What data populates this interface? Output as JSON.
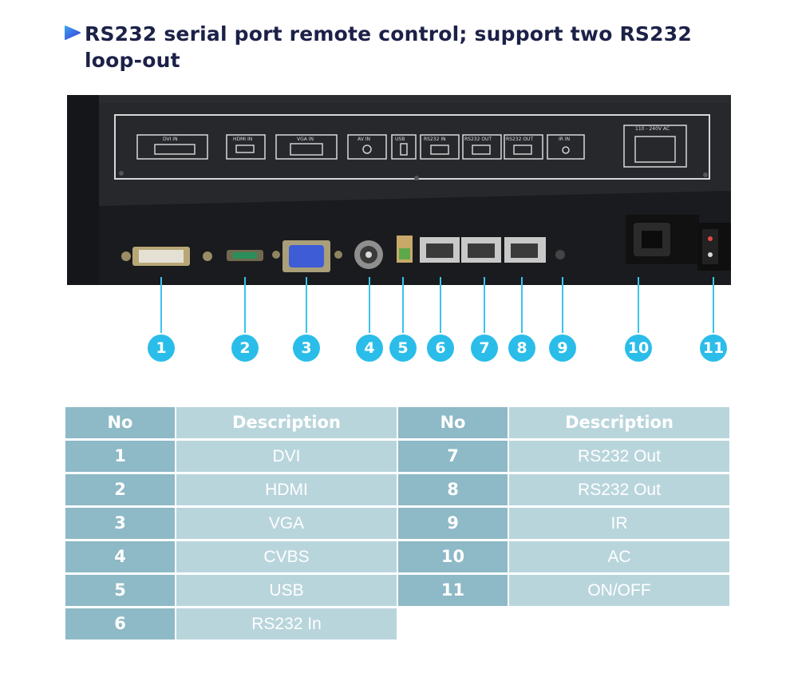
{
  "heading": {
    "title_line1": "RS232 serial port remote control; support two RS232",
    "title_line2": "loop-out"
  },
  "panel_labels": [
    "DVI IN",
    "HDMI IN",
    "VGA IN",
    "AV IN",
    "USB",
    "RS232 IN",
    "RS232 OUT",
    "RS232 OUT",
    "IR IN",
    "110 - 240V AC"
  ],
  "callouts": [
    "1",
    "2",
    "3",
    "4",
    "5",
    "6",
    "7",
    "8",
    "9",
    "10",
    "11"
  ],
  "table": {
    "headers": {
      "no": "No",
      "description": "Description",
      "no2": "No",
      "description2": "Description"
    },
    "left_rows": [
      {
        "no": "1",
        "desc": "DVI"
      },
      {
        "no": "2",
        "desc": "HDMI"
      },
      {
        "no": "3",
        "desc": "VGA"
      },
      {
        "no": "4",
        "desc": "CVBS"
      },
      {
        "no": "5",
        "desc": "USB"
      },
      {
        "no": "6",
        "desc": "RS232 In"
      }
    ],
    "right_rows": [
      {
        "no": "7",
        "desc": "RS232 Out"
      },
      {
        "no": "8",
        "desc": "RS232 Out"
      },
      {
        "no": "9",
        "desc": "IR"
      },
      {
        "no": "10",
        "desc": "AC"
      },
      {
        "no": "11",
        "desc": "ON/OFF"
      }
    ]
  },
  "colors": {
    "accent": "#2bbde9",
    "title": "#1c2148",
    "no_cell": "#8eb9c6",
    "desc_cell": "#b9d5dc"
  }
}
